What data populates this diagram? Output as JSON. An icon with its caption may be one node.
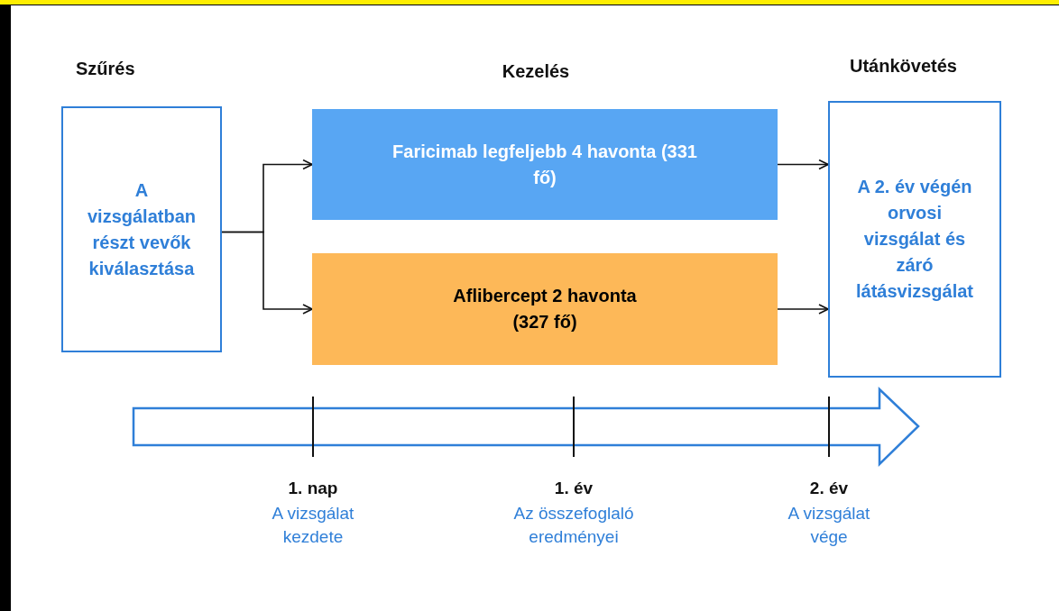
{
  "diagram": {
    "nodes": [
      {
        "text": [
          "Szűrés",
          "A vizsgálatban részt vevők kiválasztása"
        ]
      },
      {
        "text": [
          "Faricimab legfeljebb 4 havonta (331 fő)"
        ]
      },
      {
        "text": [
          "Aflibercept 2 havonta (327 fő)"
        ]
      },
      {
        "text": [
          "Utánkövetés",
          "A 2. év végén orvosi vizsgálat és záró látásvizsgálat"
        ]
      }
    ],
    "edges": [
      {
        "from": 0,
        "to": 1,
        "arrow": "to"
      },
      {
        "from": 0,
        "to": 2,
        "arrow": "to"
      },
      {
        "from": 1,
        "to": 3,
        "arrow": "to"
      },
      {
        "from": 2,
        "to": 3,
        "arrow": "to"
      }
    ],
    "labels": [
      "Kezelés",
      "1. nap",
      "A vizsgálat kezdete",
      "1. év",
      "Az összefoglaló eredményei",
      "2. év",
      "A vizsgálat vége"
    ]
  }
}
